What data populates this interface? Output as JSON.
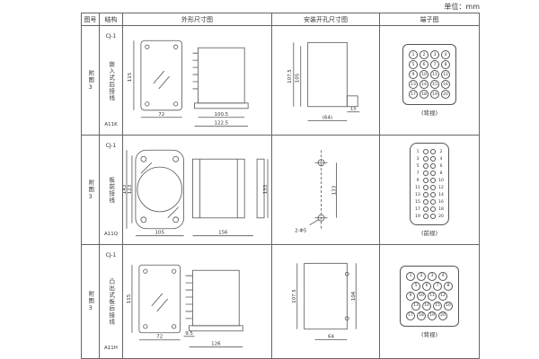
{
  "unit_label": "单位：mm",
  "headers": [
    "图号",
    "结构",
    "外形尺寸图",
    "安装开孔尺寸图",
    "端子图"
  ],
  "rows": [
    {
      "fig_no": "附图3",
      "model": "CJ-1",
      "mount": "嵌入式后接线",
      "code": "A11K",
      "outline_dims": [
        "115",
        "72",
        "100.5",
        "122.5"
      ],
      "install_dims": [
        "107.5",
        "105",
        "15",
        "(64)"
      ],
      "terminal_label": "(背视)",
      "terminals": [
        [
          "1",
          "2",
          "3",
          "4"
        ],
        [
          "5",
          "6",
          "7",
          "8"
        ],
        [
          "9",
          "10",
          "11",
          "12"
        ],
        [
          "13",
          "14",
          "15",
          "16"
        ],
        [
          "17",
          "18",
          "19",
          "20"
        ]
      ]
    },
    {
      "fig_no": "附图3",
      "model": "CJ-1",
      "mount": "板前接线",
      "code": "A11Q",
      "outline_dims": [
        "143",
        "123",
        "105",
        "156",
        "133"
      ],
      "install_dims": [
        "133",
        "2-Φ5"
      ],
      "terminal_label": "(前视)",
      "terminal_pairs": [
        [
          "1",
          "2"
        ],
        [
          "3",
          "4"
        ],
        [
          "5",
          "6"
        ],
        [
          "7",
          "8"
        ],
        [
          "9",
          "10"
        ],
        [
          "11",
          "12"
        ],
        [
          "13",
          "14"
        ],
        [
          "15",
          "16"
        ],
        [
          "17",
          "18"
        ],
        [
          "19",
          "20"
        ]
      ]
    },
    {
      "fig_no": "附图3",
      "model": "CJ-1",
      "mount": "凸出式板后接线",
      "code": "A11H",
      "outline_dims": [
        "115",
        "72",
        "9.5",
        "126"
      ],
      "install_dims": [
        "107.5",
        "104",
        "64"
      ],
      "terminal_label": "(背视)",
      "terminals": [
        [
          "1",
          "2",
          "3",
          "4"
        ],
        [
          "5",
          "6",
          "7",
          "8"
        ],
        [
          "9",
          "10",
          "11",
          "12"
        ],
        [
          "13",
          "14",
          "15",
          "16"
        ],
        [
          "17",
          "18",
          "19",
          "20"
        ]
      ]
    }
  ]
}
